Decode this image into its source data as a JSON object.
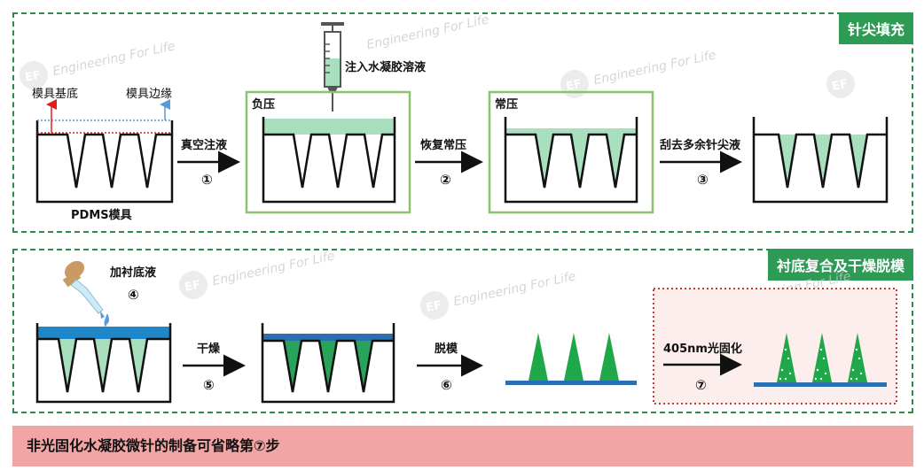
{
  "panels": {
    "top_tag": "针尖填充",
    "bottom_tag": "衬底复合及干燥脱模"
  },
  "watermark": {
    "logo": "EF",
    "text": "Engineering For Life"
  },
  "top": {
    "mold_base_label": "模具基底",
    "mold_edge_label": "模具边缘",
    "mold_label": "PDMS模具",
    "syringe_label": "注入水凝胶溶液",
    "negative_pressure": "负压",
    "normal_pressure": "常压",
    "step1_label": "真空注液",
    "step1_num": "①",
    "step2_label": "恢复常压",
    "step2_num": "②",
    "step3_label": "刮去多余针尖液",
    "step3_num": "③"
  },
  "bottom": {
    "dropper_label": "加衬底液",
    "dropper_num": "④",
    "step5_label": "干燥",
    "step5_num": "⑤",
    "step6_label": "脱模",
    "step6_num": "⑥",
    "step7_label": "405nm光固化",
    "step7_num": "⑦"
  },
  "banner": "非光固化水凝胶微针的制备可省略第⑦步",
  "colors": {
    "border_green": "#2e8b4e",
    "tag_green": "#2e9b55",
    "gel_light": "#a9dfbf",
    "gel_dark": "#2aa35a",
    "substrate_blue": "#2a6fb0",
    "banner_pink": "#f2a5a5",
    "base_red": "#e0201c",
    "edge_blue": "#5b9bd5"
  }
}
